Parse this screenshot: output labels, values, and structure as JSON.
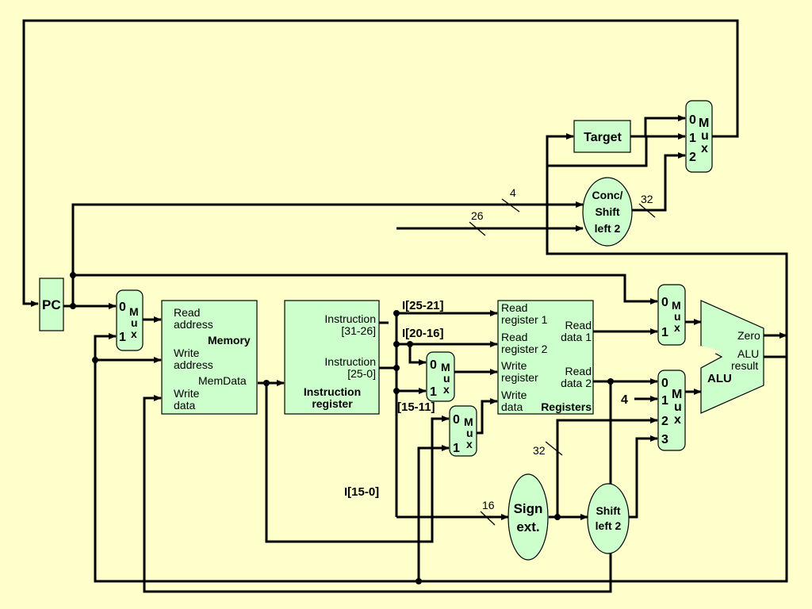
{
  "pc": {
    "label": "PC"
  },
  "mux_addr": {
    "in0": "0",
    "in1": "1",
    "name": [
      "M",
      "u",
      "x"
    ]
  },
  "memory": {
    "read_address": [
      "Read",
      "address"
    ],
    "write_address": [
      "Write",
      "address"
    ],
    "write_data": [
      "Write",
      "data"
    ],
    "title": "Memory",
    "memdata": "MemData"
  },
  "ir": {
    "instr_31_26": [
      "Instruction",
      "[31-26]"
    ],
    "instr_25_0": [
      "Instruction",
      "[25-0]"
    ],
    "title": [
      "Instruction",
      "register"
    ]
  },
  "fields": {
    "i25_21": "I[25-21]",
    "i20_16": "I[20-16]",
    "i15_11": "[15-11]",
    "i15_0": "I[15-0]"
  },
  "mux_wreg": {
    "in0": "0",
    "in1": "1",
    "name": [
      "M",
      "u",
      "x"
    ]
  },
  "mux_wdata": {
    "in0": "0",
    "in1": "1",
    "name": [
      "M",
      "u",
      "x"
    ]
  },
  "registers": {
    "read_reg1": [
      "Read",
      "register 1"
    ],
    "read_reg2": [
      "Read",
      "register 2"
    ],
    "write_reg": [
      "Write",
      "register"
    ],
    "write_data": [
      "Write",
      "data"
    ],
    "read_data1": [
      "Read",
      "data 1"
    ],
    "read_data2": [
      "Read",
      "data 2"
    ],
    "title": "Registers"
  },
  "mux_alu_a": {
    "in0": "0",
    "in1": "1",
    "name": [
      "M",
      "u",
      "x"
    ]
  },
  "mux_alu_b": {
    "in0": "0",
    "in1": "1",
    "in2": "2",
    "in3": "3",
    "name": [
      "M",
      "u",
      "x"
    ]
  },
  "alu": {
    "zero": "Zero",
    "result": [
      "ALU",
      "result"
    ],
    "title": "ALU"
  },
  "const4_alu": "4",
  "sign_ext": [
    "Sign",
    "ext."
  ],
  "shift_left": [
    "Shift",
    "left 2"
  ],
  "conc_shift": [
    "Conc/",
    "Shift",
    "left 2"
  ],
  "target": {
    "label": "Target"
  },
  "mux_pc": {
    "in0": "0",
    "in1": "1",
    "in2": "2",
    "name": [
      "M",
      "u",
      "x"
    ]
  },
  "bus_widths": {
    "w4": "4",
    "w26": "26",
    "w32_top": "32",
    "w32": "32",
    "w16": "16"
  },
  "colors": {
    "background": "#FFFFCC",
    "component_fill": "#CCFFCC",
    "wire": "#000000"
  }
}
